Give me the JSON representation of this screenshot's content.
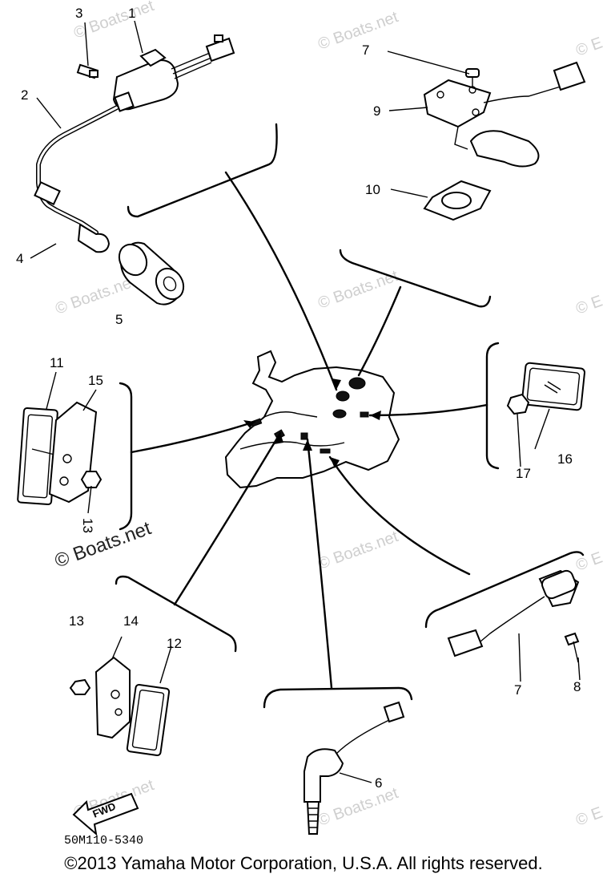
{
  "watermark": {
    "text": "© Boats.net",
    "partial": "© E"
  },
  "callouts": [
    "1",
    "2",
    "3",
    "4",
    "5",
    "6",
    "7",
    "8",
    "9",
    "10",
    "11",
    "12",
    "12",
    "12",
    "13",
    "13",
    "14",
    "15",
    "16",
    "17"
  ],
  "diagram_code": "50M110-5340",
  "fwd_arrow_label": "FWD",
  "copyright": "©2013 Yamaha Motor Corporation, U.S.A. All rights reserved."
}
